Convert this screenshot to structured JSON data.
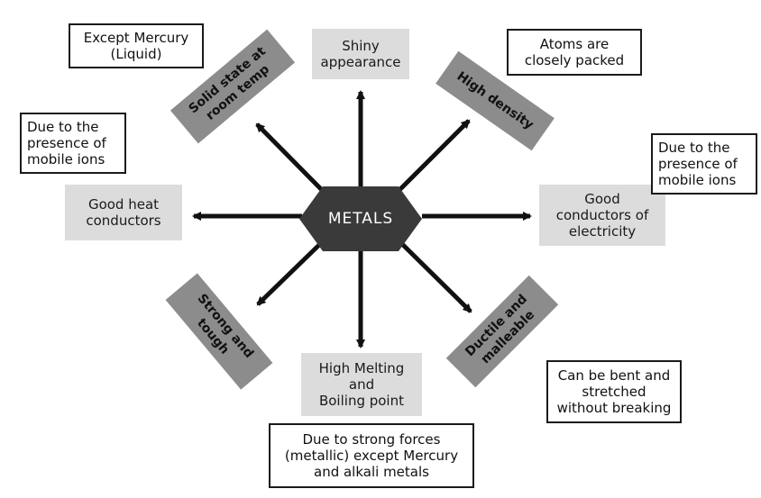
{
  "center": {
    "label": "METALS"
  },
  "properties": {
    "shiny": "Shiny\nappearance",
    "solid": "Solid state at\nroom temp",
    "density": "High density",
    "heat": "Good heat\nconductors",
    "electricity": "Good\nconductors of\nelectricity",
    "strong": "Strong and\ntough",
    "melting": "High Melting\nand\nBoiling point",
    "ductile": "Ductile and\nmalleable"
  },
  "notes": {
    "mercury": "Except Mercury\n(Liquid)",
    "atoms": "Atoms are\nclosely packed",
    "ions_left": "Due to the\npresence of\nmobile ions",
    "ions_right": "Due to the\npresence of\nmobile ions",
    "bent": "Can be bent and\nstretched\nwithout breaking",
    "forces": "Due to strong forces\n(metallic) except Mercury\nand alkali metals"
  },
  "colors": {
    "hub": "#3a3a3a",
    "arrow": "#111111",
    "light_tag": "#d9d9d9",
    "dark_tag": "#8c8c8c"
  }
}
